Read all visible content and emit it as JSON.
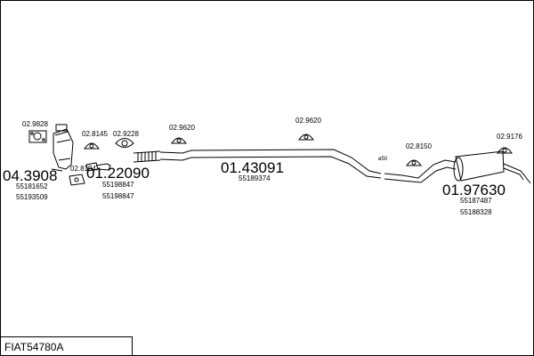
{
  "title": "FIAT54780A",
  "parts": [
    {
      "number": "04.3908",
      "oem": [
        "55181652",
        "55193509"
      ]
    },
    {
      "number": "01.22090",
      "oem": [
        "55198847",
        "55198847"
      ]
    },
    {
      "number": "01.43091",
      "oem": [
        "55189374"
      ]
    },
    {
      "number": "01.97630",
      "oem": [
        "55187487",
        "55188328"
      ]
    }
  ],
  "accessories": [
    "02.9828",
    "02.8145",
    "02.9228",
    "02.9620",
    "02.9620",
    "02.8194",
    "02.8150",
    "02.9176"
  ],
  "diameter_label": "ø50"
}
